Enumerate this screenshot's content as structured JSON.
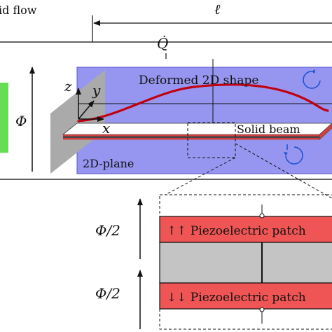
{
  "labels": {
    "fluid_flow": "id flow",
    "length_symbol": "ℓ",
    "flow_rate_symbol": "Q̇",
    "potential_symbol": "Φ",
    "axis_z": "z",
    "axis_y": "y",
    "axis_x": "x",
    "deformed_shape": "Deformed 2D shape",
    "solid_beam": "Solid beam",
    "plane_2d": "2D-plane",
    "half_potential_top": "Φ/2",
    "half_potential_bottom": "Φ/2",
    "patch_top": "↑↑ Piezoelectric patch",
    "patch_bottom": "↓↓ Piezoelectric patch"
  },
  "colors": {
    "plane_fill": "#8888ee",
    "plane_stroke": "#5555cc",
    "deformed_curve": "#c00010",
    "inlet_green": "#66dd55",
    "patch_red": "#f05555",
    "core_gray": "#c4c4c4",
    "beam_layer_red": "#d04040",
    "vortex_blue": "#1a4fd0",
    "wall_gray": "#aaaaaa"
  }
}
